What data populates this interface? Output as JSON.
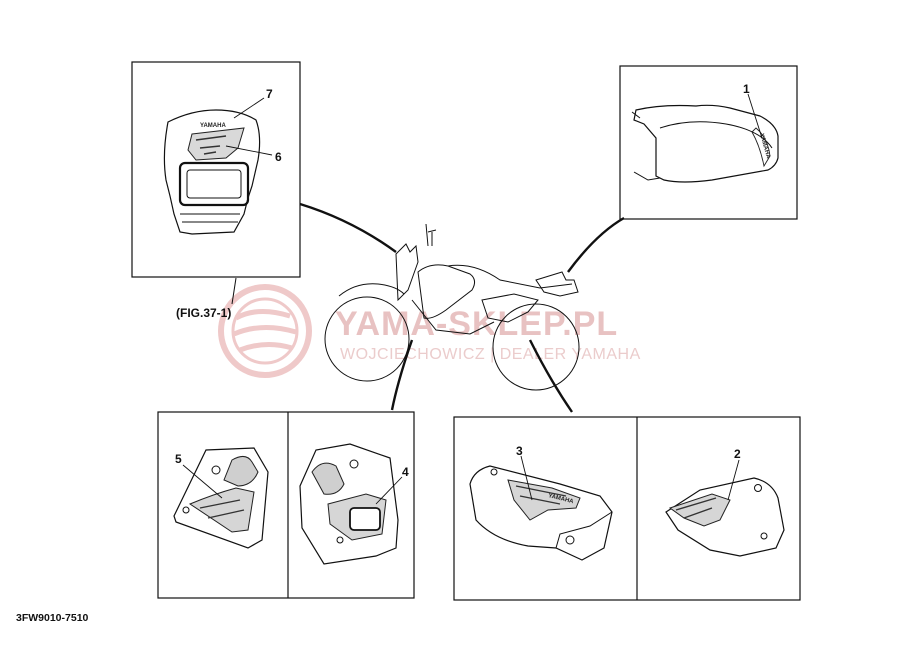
{
  "diagram": {
    "fig_reference": "(FIG.37-1)",
    "drawing_code": "3FW9010-7510",
    "callouts": {
      "c1": "1",
      "c2": "2",
      "c3": "3",
      "c4": "4",
      "c5": "5",
      "c6": "6",
      "c7": "7"
    },
    "decal_text": {
      "front_plate": "YAMAHA",
      "seat": "YAMAHA",
      "side_cover": "YAMAHA"
    }
  },
  "watermark": {
    "title": "YAMA-SKLEP.PL",
    "subtitle": "WOJCIECHOWICZ | DEALER YAMAHA"
  }
}
